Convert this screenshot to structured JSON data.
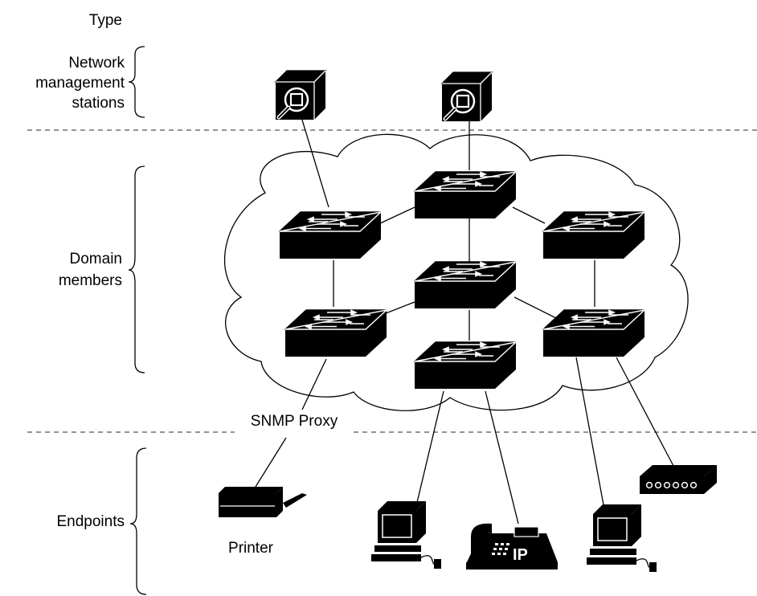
{
  "header": {
    "type_label": "Type"
  },
  "groups": {
    "nms": [
      "Network",
      "management",
      "stations"
    ],
    "domain": [
      "Domain",
      "members"
    ],
    "endpoints": [
      "Endpoints"
    ]
  },
  "labels": {
    "snmp_proxy": "SNMP Proxy",
    "printer": "Printer",
    "ip_phone_text": "IP"
  },
  "icons": {
    "nms_station": "nms-station-icon",
    "switch": "switch-icon",
    "printer": "printer-icon",
    "workstation": "workstation-icon",
    "ip_phone": "ip-phone-icon",
    "hub": "hub-icon"
  }
}
